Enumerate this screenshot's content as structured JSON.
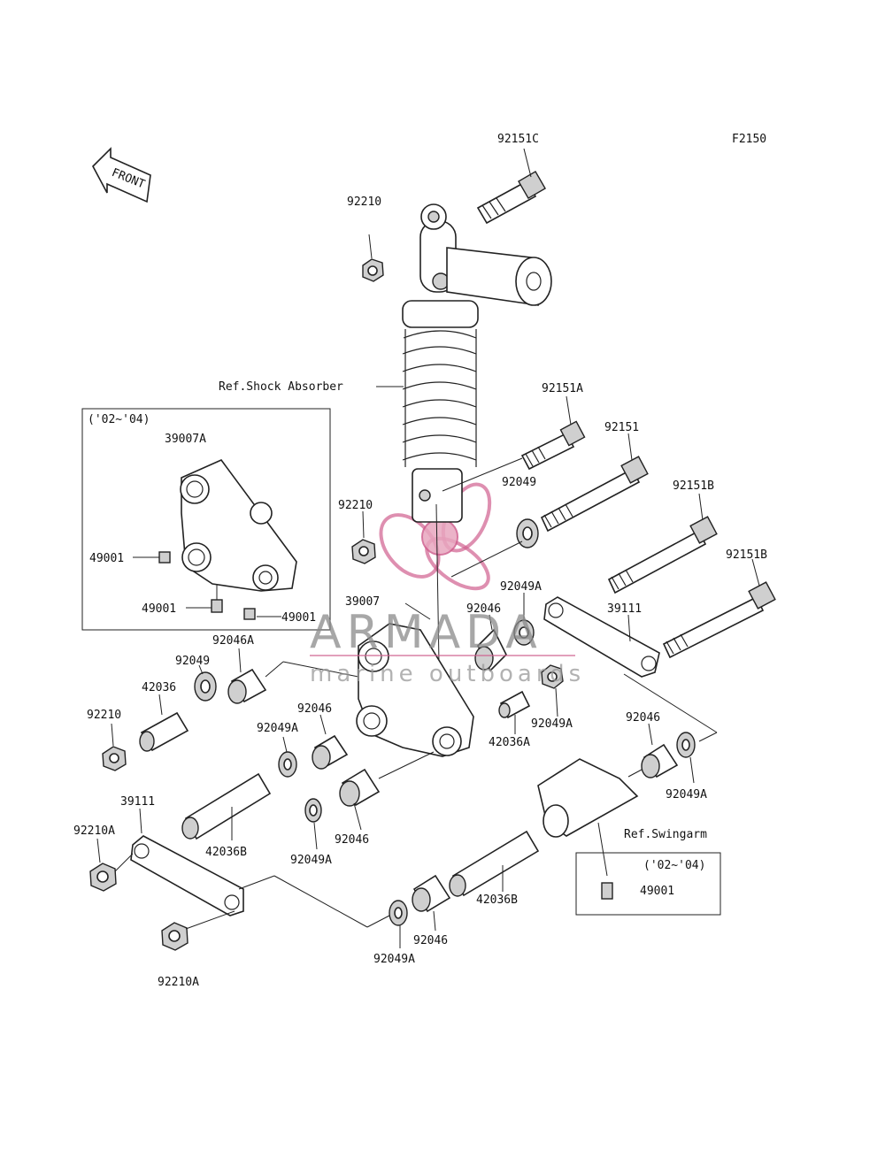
{
  "diagram": {
    "figure_code": "F2150",
    "front_arrow_label": "FRONT",
    "ref_shock_absorber": "Ref.Shock Absorber",
    "ref_swingarm": "Ref.Swingarm",
    "inset_left_title": "('02~'04)",
    "inset_right_title": "('02~'04)"
  },
  "watermark": {
    "brand": "ARMADA",
    "tagline": "marine outboards",
    "colors": {
      "propeller": "#e8a6bf",
      "propeller_stroke": "#d0608f",
      "text": "#8a8a8a"
    }
  },
  "labels": {
    "p92151C": "92151C",
    "p92210_top": "92210",
    "p92151A": "92151A",
    "p92151": "92151",
    "p92049_mid": "92049",
    "p92151B_1": "92151B",
    "p92210_mid": "92210",
    "p92151B_2": "92151B",
    "p39007A": "39007A",
    "p49001_a": "49001",
    "p49001_b": "49001",
    "p49001_c": "49001",
    "p39007": "39007",
    "p92049A_1": "92049A",
    "p39111_right": "39111",
    "p92046_1": "92046",
    "p92046A": "92046A",
    "p92049_left": "92049",
    "p42036": "42036",
    "p92210_left": "92210",
    "p92046_2": "92046",
    "p92049A_2": "92049A",
    "p42036A": "42036A",
    "p92049A_3": "92049A",
    "p92046_3": "92046",
    "p92049A_4": "92049A",
    "p39111_left": "39111",
    "p92210A_1": "92210A",
    "p42036B_1": "42036B",
    "p92046_4": "92046",
    "p92049A_5": "92049A",
    "p49001_d": "49001",
    "p42036B_2": "42036B",
    "p92046_5": "92046",
    "p92049A_6": "92049A",
    "p92210A_2": "92210A"
  }
}
